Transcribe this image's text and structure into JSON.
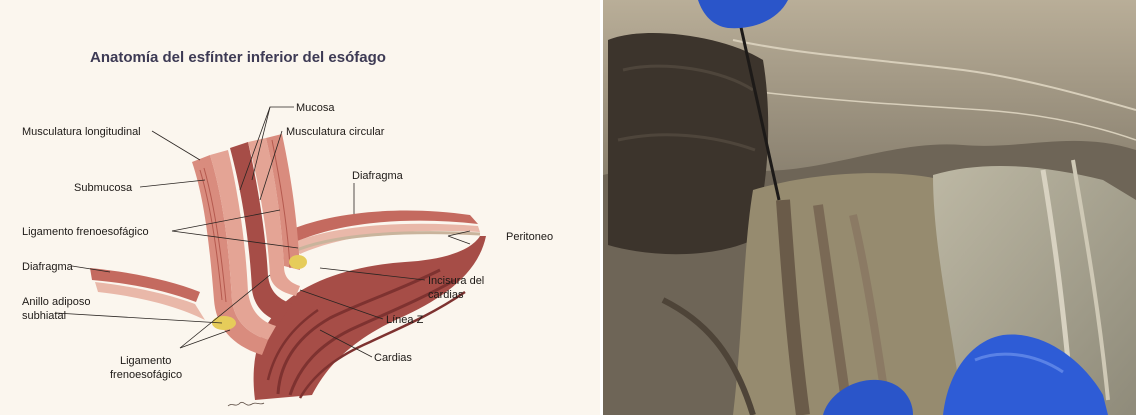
{
  "left_figure": {
    "title": "Anatomía del esfínter inferior del esófago",
    "labels": {
      "mucosa": "Mucosa",
      "musc_longitudinal": "Musculatura longitudinal",
      "musc_circular": "Musculatura circular",
      "diafragma_right": "Diafragma",
      "submucosa": "Submucosa",
      "ligamento_upper": "Ligamento frenoesofágico",
      "peritoneo": "Peritoneo",
      "diafragma_left": "Diafragma",
      "incisura_line1": "Incisura del",
      "incisura_line2": "cardias",
      "anillo_line1": "Anillo adiposo",
      "anillo_line2": "subhiatal",
      "linea_z": "Línea Z",
      "ligamento_lower_line1": "Ligamento",
      "ligamento_lower_line2": "frenoesofágico",
      "cardias": "Cardias"
    },
    "signature": "F. Netter"
  },
  "right_figure": {
    "kind": "cadaveric dissection photograph"
  },
  "colors": {
    "background": "#fbf6ee",
    "muscle": "#d98c7e",
    "muscle_dark": "#b55a4f",
    "mucosa": "#9e4a45",
    "fat": "#e6cc5a",
    "title": "#3d3a54",
    "glove": "#2a55c9"
  }
}
